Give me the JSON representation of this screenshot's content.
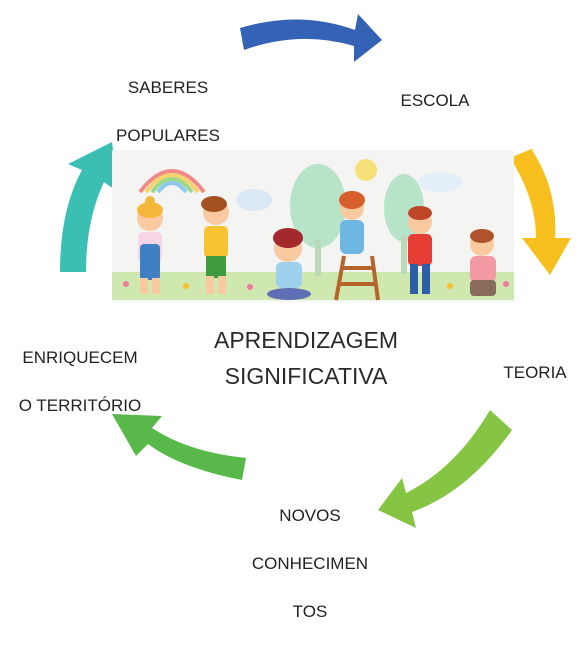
{
  "cycle": {
    "nodes": [
      {
        "id": "saberes",
        "lines": [
          "SABERES",
          "POPULARES"
        ]
      },
      {
        "id": "escola",
        "lines": [
          "ESCOLA"
        ]
      },
      {
        "id": "teoria",
        "lines": [
          "TEORIA"
        ]
      },
      {
        "id": "novos",
        "lines": [
          "NOVOS",
          "CONHECIMEN",
          "TOS"
        ]
      },
      {
        "id": "enriquecem",
        "lines": [
          "ENRIQUECEM",
          "O TERRITÓRIO"
        ]
      }
    ],
    "center": {
      "lines": [
        "APRENDIZAGEM",
        "SIGNIFICATIVA"
      ]
    },
    "arrow_colors": {
      "saberes_to_escola": "#3462b4",
      "escola_to_teoria": "#f6bf1e",
      "teoria_to_novos": "#86c443",
      "novos_to_enriquecem": "#58b94a",
      "enriquecem_to_saberes": "#3bbfb3"
    }
  },
  "illustration": {
    "icon": "children-painting-wall-illustration",
    "colors": {
      "wall": "#f4f4f2",
      "grass": "#cfe8b0",
      "tree": "#b7e3c9",
      "sun": "#f7e07a",
      "rainbow_red": "#f08a8a",
      "rainbow_yellow": "#f7d36b",
      "rainbow_green": "#9ad98a",
      "rainbow_blue": "#8fc7ee"
    }
  }
}
